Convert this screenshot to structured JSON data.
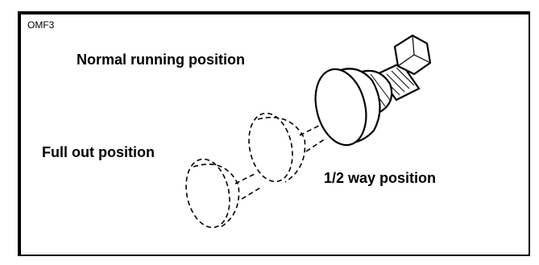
{
  "figure_code": "OMF3",
  "labels": {
    "normal": "Normal running position",
    "full_out": "Full out position",
    "half_way": "1/2 way position"
  }
}
